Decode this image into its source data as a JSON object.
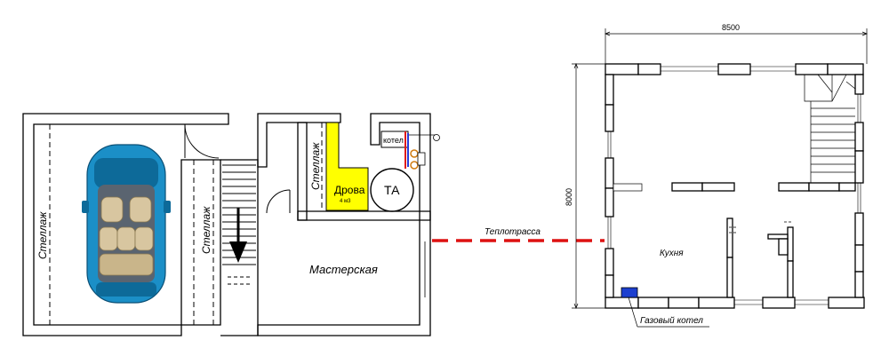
{
  "labels": {
    "shelf": "Стеллаж",
    "firewood": "Дрова",
    "firewood_volume": "4 м3",
    "boiler": "котел",
    "ta": "ТА",
    "workshop": "Мастерская",
    "heat_pipe": "Теплотрасса",
    "kitchen": "Кухня",
    "gas_boiler": "Газовый котел"
  },
  "dimensions": {
    "width": "8500",
    "depth": "8000"
  },
  "colors": {
    "wall": "#000000",
    "firewood": "#ffff00",
    "heat_pipe": "#dd1111",
    "car_body": "#1b8fc7",
    "car_seat": "#d8c6a0",
    "gas_boiler": "#1c3fcf",
    "supply_pipe": "#e01a1a",
    "return_pipe": "#2a3bd9"
  }
}
